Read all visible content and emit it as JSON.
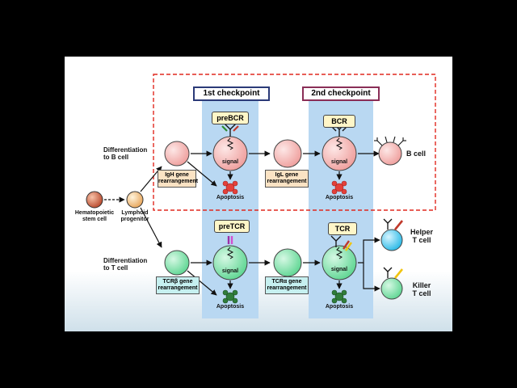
{
  "checkpoints": {
    "first": "1st checkpoint",
    "second": "2nd checkpoint"
  },
  "receptors": {
    "prebcr": "preBCR",
    "bcr": "BCR",
    "pretcr": "preTCR",
    "tcr": "TCR"
  },
  "differentiation": {
    "b": "Differentiation\nto B cell",
    "t": "Differentiation\nto T cell"
  },
  "progenitors": {
    "stem": "Hematopoietic\nstem cell",
    "lymphoid": "Lymphoid\nprogenitor"
  },
  "gene_rearrangements": {
    "igh": "IgH gene\nrearrangement",
    "igl": "IgL gene\nrearrangement",
    "tcrb": "TCRβ gene\nrearrangement",
    "tcra": "TCRα gene\nrearrangement"
  },
  "signal": "signal",
  "apoptosis": "Apoptosis",
  "outcomes": {
    "b_cell": "B cell",
    "helper": "Helper\nT cell",
    "killer": "Killer\nT cell"
  },
  "colors": {
    "b_cell_fill": "#f7b9b7",
    "t_cell_fill": "#8ee6b4",
    "helper_fill": "#5fd0ee",
    "checkpoint_bg": "#b9d8f2",
    "apoptosis_b": "#e4403a",
    "apoptosis_t": "#2f7d3a",
    "dashed_box": "#e0281e",
    "gene_box_b": "#fbe3c4",
    "gene_box_t": "#c6f0f0"
  }
}
